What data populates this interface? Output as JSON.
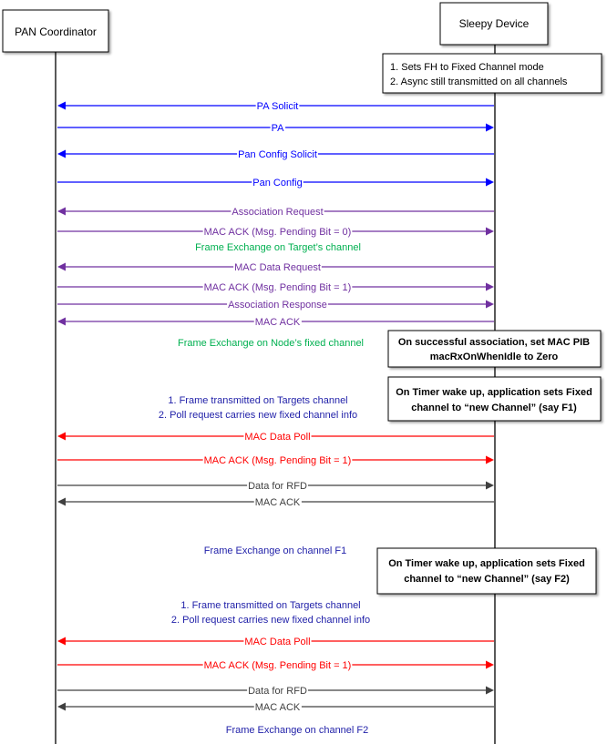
{
  "participants": {
    "left": "PAN Coordinator",
    "right": "Sleepy Device"
  },
  "colors": {
    "blue": "#0000ff",
    "purple": "#7030a0",
    "red": "#ff0000",
    "black": "#404040",
    "green": "#00b050",
    "navy": "#1f1fa8"
  },
  "messages": [
    {
      "label": "PA Solicit",
      "dir": "left",
      "color": "blue"
    },
    {
      "label": "PA",
      "dir": "right",
      "color": "blue"
    },
    {
      "label": "Pan Config Solicit",
      "dir": "left",
      "color": "blue"
    },
    {
      "label": "Pan Config",
      "dir": "right",
      "color": "blue"
    },
    {
      "label": "Association Request",
      "dir": "left",
      "color": "purple"
    },
    {
      "label": "MAC ACK (Msg. Pending Bit = 0)",
      "dir": "right",
      "color": "purple"
    },
    {
      "label": "MAC Data Request",
      "dir": "left",
      "color": "purple"
    },
    {
      "label": "MAC ACK (Msg. Pending Bit = 1)",
      "dir": "right",
      "color": "purple"
    },
    {
      "label": "Association Response",
      "dir": "right",
      "color": "purple"
    },
    {
      "label": "MAC ACK",
      "dir": "left",
      "color": "purple"
    },
    {
      "label": "MAC Data Poll",
      "dir": "left",
      "color": "red"
    },
    {
      "label": "MAC ACK (Msg. Pending Bit = 1)",
      "dir": "right",
      "color": "red"
    },
    {
      "label": "Data for RFD",
      "dir": "right",
      "color": "black"
    },
    {
      "label": "MAC ACK",
      "dir": "left",
      "color": "black"
    },
    {
      "label": "MAC Data Poll",
      "dir": "left",
      "color": "red"
    },
    {
      "label": "MAC ACK (Msg. Pending Bit = 1)",
      "dir": "right",
      "color": "red"
    },
    {
      "label": "Data for RFD",
      "dir": "right",
      "color": "black"
    },
    {
      "label": "MAC ACK",
      "dir": "left",
      "color": "black"
    }
  ],
  "notes": [
    {
      "lines": [
        "1. Sets FH to Fixed Channel mode",
        "2. Async still transmitted on all channels"
      ],
      "bold": false
    },
    {
      "lines": [
        "On successful association, set MAC PIB",
        "macRxOnWhenIdle to Zero"
      ],
      "bold": true
    },
    {
      "lines": [
        "On Timer wake up, application sets Fixed",
        "channel to “new Channel” (say F1)"
      ],
      "bold": true
    },
    {
      "lines": [
        "On Timer wake up, application sets Fixed",
        "channel to “new Channel” (say F2)"
      ],
      "bold": true
    }
  ],
  "annotations": [
    {
      "lines": [
        "Frame Exchange on Target’s channel"
      ],
      "color": "green"
    },
    {
      "lines": [
        "Frame Exchange on Node’s fixed channel"
      ],
      "color": "green"
    },
    {
      "lines": [
        "1. Frame transmitted on Targets channel",
        "2. Poll request carries new fixed channel info"
      ],
      "color": "navy"
    },
    {
      "lines": [
        "Frame Exchange on channel F1"
      ],
      "color": "navy"
    },
    {
      "lines": [
        "1. Frame transmitted on Targets channel",
        "2. Poll request carries new fixed channel info"
      ],
      "color": "navy"
    },
    {
      "lines": [
        "Frame Exchange on channel F2"
      ],
      "color": "navy"
    }
  ]
}
